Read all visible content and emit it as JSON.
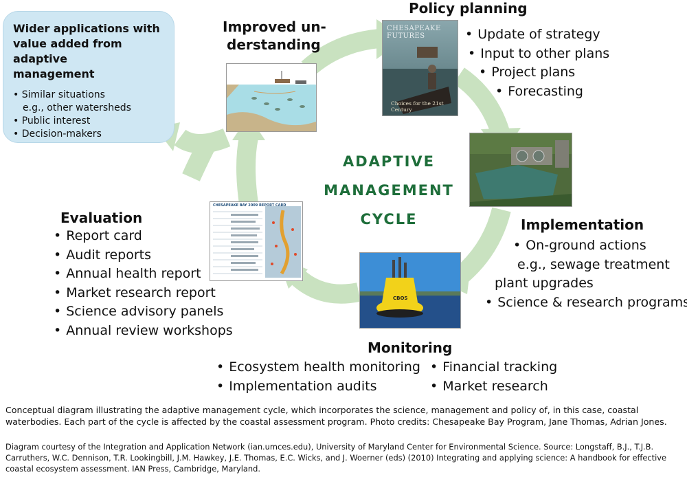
{
  "center_title": {
    "line1": "ADAPTIVE",
    "line2": "MANAGEMENT",
    "line3": "CYCLE"
  },
  "wider": {
    "title_line1": "Wider applications with",
    "title_line2": "value added from adaptive",
    "title_line3": "management",
    "items": [
      "Similar situations",
      "e.g., other watersheds",
      "Public interest",
      "Decision-makers"
    ]
  },
  "understanding": {
    "title_line1": "Improved un-",
    "title_line2": "derstanding"
  },
  "policy": {
    "title": "Policy planning",
    "items": [
      "Update of strategy",
      "Input to other plans",
      "Project plans",
      "Forecasting"
    ],
    "photo_title": "CHESAPEAKE FUTURES",
    "photo_subtitle": "Choices for the 21st Century"
  },
  "implementation": {
    "title": "Implementation",
    "items": [
      "On-ground actions",
      "e.g., sewage treatment",
      "plant upgrades",
      "Science & research programs"
    ]
  },
  "monitoring": {
    "title": "Monitoring",
    "items_left": [
      "Ecosystem health monitoring",
      "Implementation audits"
    ],
    "items_right": [
      "Financial tracking",
      "Market research"
    ],
    "buoy_label": "CBOS"
  },
  "evaluation": {
    "title": "Evaluation",
    "items": [
      "Report card",
      "Audit reports",
      "Annual health report",
      "Market research report",
      "Science advisory panels",
      "Annual review workshops"
    ],
    "report_title": "CHESAPEAKE BAY 2009 REPORT CARD"
  },
  "caption": {
    "text1": "Conceptual diagram illustrating the adaptive management cycle, which incorporates the science, management and policy of, in this case, coastal waterbodies. Each part of the cycle is affected by the coastal assessment program. Photo credits: Chesapeake Bay Program, Jane Thomas, Adrian Jones.",
    "text2": "Diagram courtesy of the Integration and Application Network (ian.umces.edu), University of Maryland Center for Environmental Science. Source: Longstaff, B.J., T.J.B. Carruthers, W.C. Dennison, T.R. Lookingbill, J.M. Hawkey, J.E. Thomas, E.C. Wicks, and J. Woerner (eds) (2010) Integrating and applying science: A handbook for effective coastal ecosystem assessment. IAN Press, Cambridge, Maryland."
  },
  "colors": {
    "arrow": "#c9e2c0",
    "title_green": "#1e6e3a",
    "box_blue": "#cfe7f3"
  }
}
